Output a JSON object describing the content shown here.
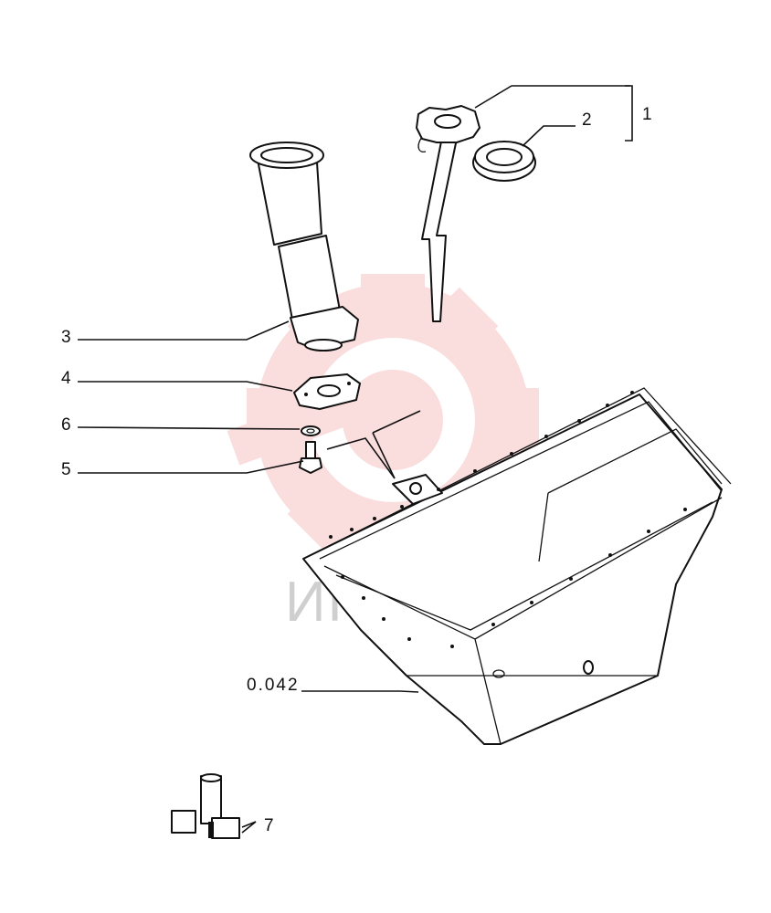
{
  "diagram": {
    "callouts": [
      {
        "id": "callout-1",
        "text": "1"
      },
      {
        "id": "callout-2",
        "text": "2"
      },
      {
        "id": "callout-3",
        "text": "3"
      },
      {
        "id": "callout-4",
        "text": "4"
      },
      {
        "id": "callout-5",
        "text": "5"
      },
      {
        "id": "callout-6",
        "text": "6"
      },
      {
        "id": "callout-7",
        "text": "7"
      },
      {
        "id": "callout-ref",
        "text": "0.042"
      }
    ],
    "watermark": {
      "text": "ИНТЕХ",
      "color": "#e8484a"
    },
    "line_color": "#111111",
    "background": "#ffffff"
  }
}
